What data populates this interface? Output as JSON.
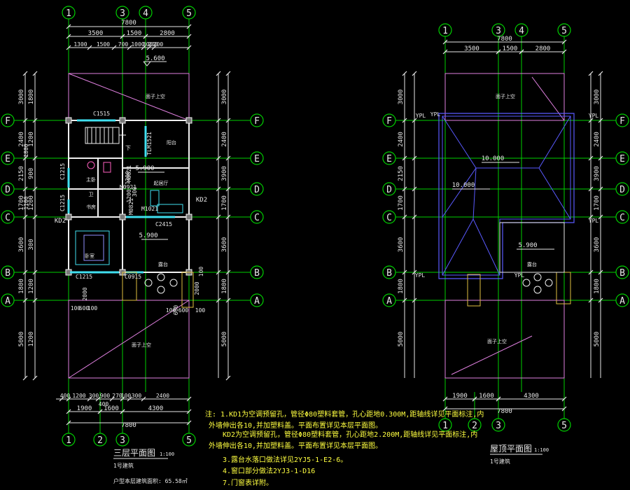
{
  "colors": {
    "background": "#000000",
    "grid_axis": "#00d000",
    "dimension": "#e8e8e8",
    "wall": "#f0f0f0",
    "room_outline": "#e080e0",
    "cyan": "#40e0f0",
    "roof_line": "#5a5aff",
    "yellow_text": "#ffff40",
    "rail": "#e0c040",
    "pink_line": "#ff60c0"
  },
  "left_plan": {
    "title": "三层平面图",
    "scale": "1:100",
    "subtitle": "1号建筑",
    "area_note": "户型本层建筑面积: 65.58㎡",
    "top_axes": [
      "1",
      "3",
      "4",
      "5"
    ],
    "bottom_axes": [
      "1",
      "2",
      "3",
      "5"
    ],
    "side_axes": [
      "F",
      "E",
      "D",
      "C",
      "B",
      "A"
    ],
    "top_total": "7800",
    "top_dims": [
      "3500",
      "1500",
      "2800"
    ],
    "top_dims2": [
      "1300",
      "1500",
      "700",
      "1000",
      "300",
      "200",
      "200"
    ],
    "level_top": "5.600",
    "left_dims_outer": [
      "3000",
      "2400",
      "2150",
      "1700",
      "3600",
      "1800",
      "5000"
    ],
    "left_dims_inner": [
      "1800",
      "1200",
      "900",
      "1200",
      "300",
      "1200",
      "1200"
    ],
    "right_dims": [
      "3000",
      "2400",
      "3900",
      "1700",
      "3600",
      "1800",
      "5000"
    ],
    "bottom_dims": [
      "400",
      "1200",
      "300",
      "900",
      "270",
      "100",
      "300",
      "2400"
    ],
    "bottom_dims2": [
      "1900",
      "1600",
      "4300"
    ],
    "bottom_total": "7800",
    "bottom_extra": "400",
    "window_labels": [
      "C1515",
      "TLM1521",
      "C1215",
      "C1215",
      "M0821",
      "M0921",
      "M0821",
      "M1021",
      "C2415",
      "C1215",
      "C0915"
    ],
    "opening_labels": [
      "KD2",
      "KD2"
    ],
    "room_labels": [
      "面子上空",
      "阳台",
      "起居厅",
      "主卧",
      "卫",
      "书房",
      "卧室",
      "露台",
      "面子上空"
    ],
    "levels": [
      "5.900",
      "5.900"
    ],
    "stair_arrow": "下",
    "balcony_dims": [
      "100",
      "600",
      "100",
      "100",
      "600",
      "100"
    ],
    "small_dims": [
      "2000",
      "2000",
      "100",
      "1800",
      "1100",
      "1200",
      "1200",
      "300",
      "600"
    ]
  },
  "right_plan": {
    "title": "屋顶平面图",
    "scale": "1:100",
    "subtitle": "1号建筑",
    "top_axes": [
      "1",
      "3",
      "4",
      "5"
    ],
    "bottom_axes": [
      "1",
      "2",
      "3",
      "5"
    ],
    "side_axes": [
      "F",
      "E",
      "D",
      "C",
      "B",
      "A"
    ],
    "top_total": "7800",
    "top_dims": [
      "3500",
      "1500",
      "2800"
    ],
    "left_dims": [
      "3000",
      "2400",
      "2150",
      "1700",
      "3600",
      "1800",
      "5000"
    ],
    "right_dims": [
      "3000",
      "2400",
      "3900",
      "1700",
      "3600",
      "1800",
      "5000"
    ],
    "bottom_dims": [
      "1900",
      "1600",
      "4300"
    ],
    "bottom_total": "7800",
    "levels": [
      "10.000",
      "10.000",
      "5.900"
    ],
    "ypl_labels": [
      "YPL",
      "YPL",
      "YPL",
      "YPL",
      "YPL",
      "YPL"
    ],
    "room_labels": [
      "面子上空",
      "露台",
      "面子上空"
    ]
  },
  "notes": [
    "注: 1.KD1为空调预留孔，管径Φ80塑料套管，孔心距地0.300M,距轴线详见平面标注,内",
    "外墙伸出各10,并加塑料盖。平面布置详见本层平面图。",
    "KD2为空调预留孔，管径Φ80塑料套管，孔心距地2.200M,距轴线详见平面标注,内",
    "外墙伸出各10,并加塑料盖。平面布置详见本层平面图。",
    "3.露台水落口做法详见2YJ5-1-E2-6。",
    "4.窗口部分做法2YJ3-1-D16",
    "7.门窗表详附。"
  ]
}
